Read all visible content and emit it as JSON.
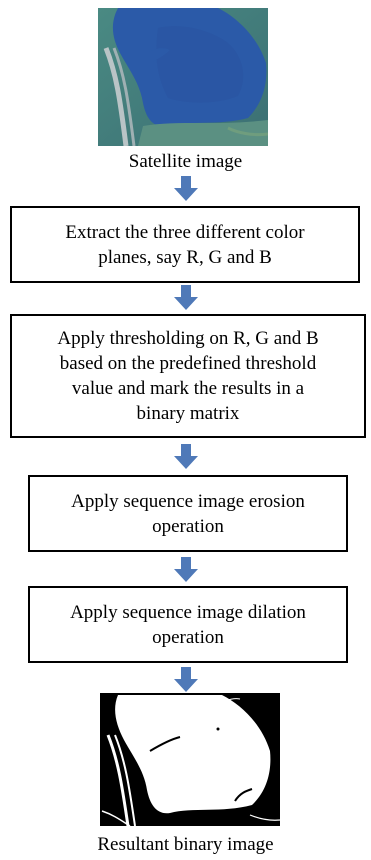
{
  "top_image": {
    "caption": "Satellite image",
    "colors": {
      "water": "#2b5aa8",
      "land": "#3f7a78",
      "road": "#b9c4c6"
    }
  },
  "steps": [
    {
      "id": "extract",
      "text": "Extract the three different color\nplanes, say R, G and B"
    },
    {
      "id": "threshold",
      "text": "Apply thresholding on R, G and B\nbased on the predefined threshold\nvalue and mark the results in a\nbinary matrix"
    },
    {
      "id": "erosion",
      "text": "Apply sequence image erosion\noperation"
    },
    {
      "id": "dilation",
      "text": "Apply sequence image dilation\noperation"
    }
  ],
  "bottom_image": {
    "caption": "Resultant binary image"
  },
  "arrow_color": "#4f79b8"
}
